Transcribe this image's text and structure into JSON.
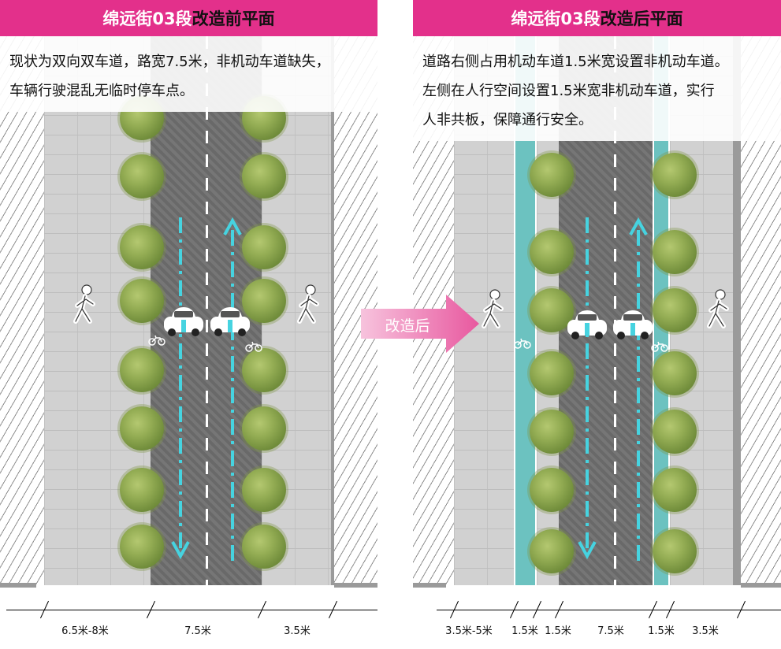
{
  "left": {
    "title_part1": "绵远街03段",
    "title_part2": "改造前平面",
    "desc_line1": "现状为双向双车道，路宽7.5米，非机动车道缺失，",
    "desc_line2": "车辆行驶混乱无临时停车点。",
    "dims": [
      "6.5米-8米",
      "7.5米",
      "3.5米"
    ]
  },
  "right": {
    "title_part1": "绵远街03段",
    "title_part2": "改造后平面",
    "desc_line1": "道路右侧占用机动车道1.5米宽设置非机动车道。",
    "desc_line2": "左侧在人行空间设置1.5米宽非机动车道，实行",
    "desc_line3": "人非共板，保障通行安全。",
    "dims": [
      "3.5米-5米",
      "1.5米",
      "1.5米",
      "7.5米",
      "1.5米",
      "3.5米"
    ]
  },
  "arrow_label": "改造后",
  "colors": {
    "title_bar": "#e3308b",
    "bike_lane": "#6cc2c0",
    "flow_arrow": "#46d3e0",
    "arrow_fill": "#ec86ba"
  },
  "icons": [
    "pedestrian-icon",
    "car-icon",
    "bicycle-icon",
    "flow-arrow-icon",
    "tree-icon"
  ]
}
